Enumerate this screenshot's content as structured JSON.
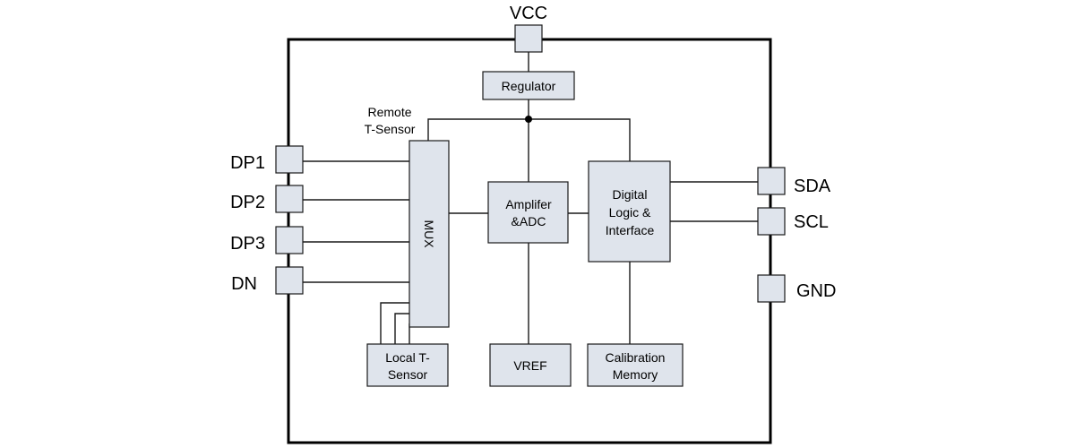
{
  "pins": {
    "vcc": "VCC",
    "dp1": "DP1",
    "dp2": "DP2",
    "dp3": "DP3",
    "dn": "DN",
    "sda": "SDA",
    "scl": "SCL",
    "gnd": "GND"
  },
  "blocks": {
    "regulator": [
      "Regulator"
    ],
    "mux": [
      "MUX"
    ],
    "amplifier": [
      "Amplifer",
      "&ADC"
    ],
    "digital": [
      "Digital",
      "Logic &",
      "Interface"
    ],
    "local_sensor": [
      "Local T-",
      "Sensor"
    ],
    "vref": [
      "VREF"
    ],
    "calibration": [
      "Calibration",
      "Memory"
    ]
  },
  "labels": {
    "remote_sensor": [
      "Remote",
      "T-Sensor"
    ]
  }
}
